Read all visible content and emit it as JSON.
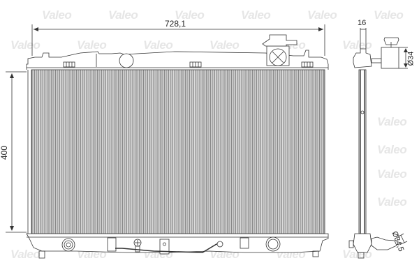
{
  "drawing": {
    "subject": "radiator",
    "watermark_text": "Valeo",
    "colors": {
      "line": "#333333",
      "fin_dark": "#555555",
      "fin_light": "#bbbbbb",
      "watermark": "#e6e6e6"
    }
  },
  "dimensions": {
    "width": "728,1",
    "height": "400",
    "thickness": "16",
    "upper_outlet_diameter": "Ø34",
    "lower_outlet_diameter": "Ø34,5"
  },
  "views": {
    "front": {
      "label": "front-view"
    },
    "side": {
      "label": "side-view"
    }
  }
}
